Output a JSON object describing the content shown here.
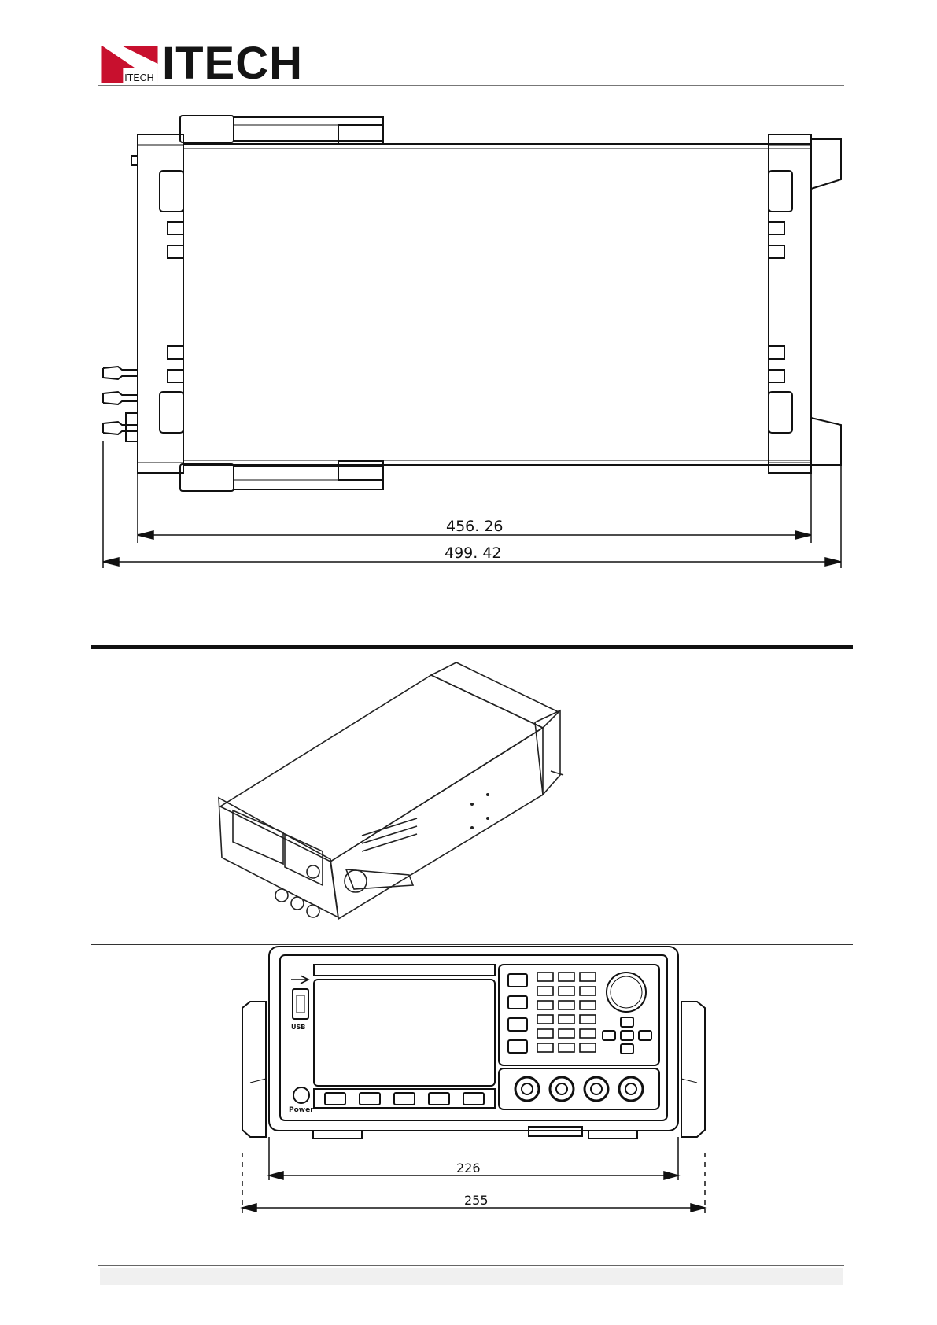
{
  "header": {
    "logo_word": "ITECH",
    "logo_small": "ITECH"
  },
  "top_view": {
    "dim_inner": "456. 26",
    "dim_outer": "499. 42"
  },
  "front_view": {
    "usb_label": "USB",
    "power_label": "Power",
    "dim_inner": "226",
    "dim_outer": "255"
  },
  "colors": {
    "logo_red": "#c8102e",
    "line": "#111111"
  }
}
